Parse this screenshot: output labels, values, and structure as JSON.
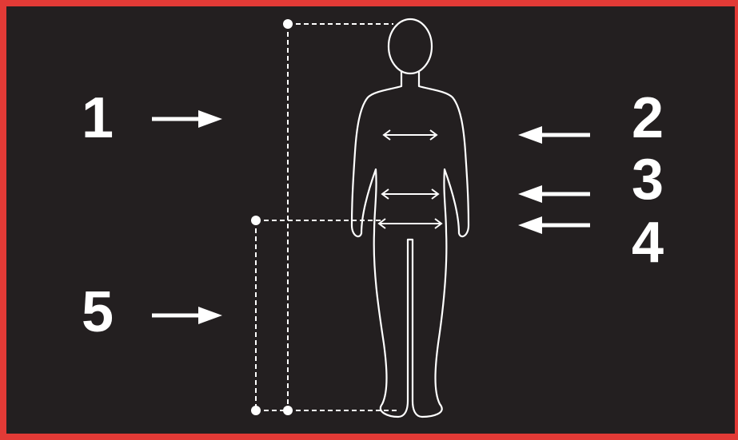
{
  "labels": {
    "one": "1",
    "two": "2",
    "three": "3",
    "four": "4",
    "five": "5"
  },
  "colors": {
    "background": "#231f20",
    "frame": "#e23a36",
    "foreground": "#ffffff"
  },
  "icons": {
    "figure": "human-figure-outline-icon",
    "arrow_right": "arrow-right-icon",
    "arrow_left": "arrow-left-icon",
    "double_arrow": "double-arrow-horizontal-icon"
  }
}
